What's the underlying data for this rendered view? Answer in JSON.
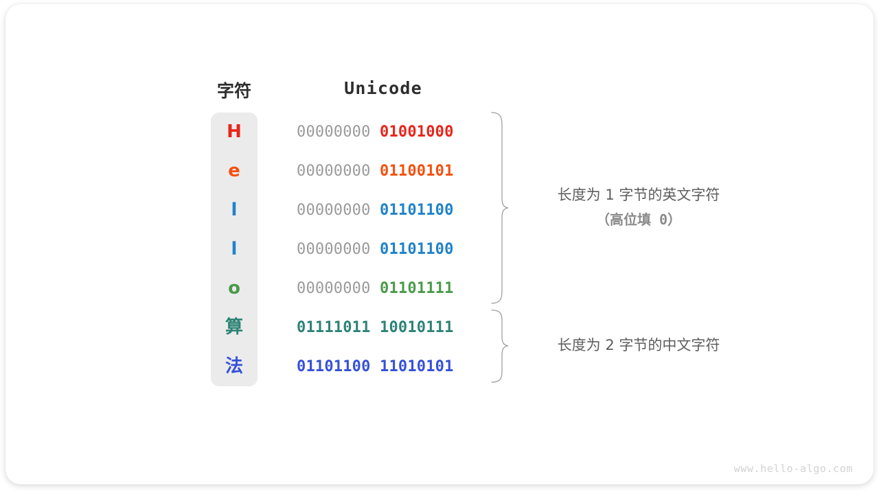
{
  "headers": {
    "character": "字符",
    "unicode": "Unicode"
  },
  "rows": [
    {
      "char": "H",
      "char_color": "#e8241b",
      "high_byte": "00000000",
      "low_byte": "01001000",
      "low_color": "#e8241b",
      "high_bold": false
    },
    {
      "char": "e",
      "char_color": "#f4500f",
      "high_byte": "00000000",
      "low_byte": "01100101",
      "low_color": "#f4500f",
      "high_bold": false
    },
    {
      "char": "l",
      "char_color": "#1f82c8",
      "high_byte": "00000000",
      "low_byte": "01101100",
      "low_color": "#1f82c8",
      "high_bold": false
    },
    {
      "char": "l",
      "char_color": "#1f82c8",
      "high_byte": "00000000",
      "low_byte": "01101100",
      "low_color": "#1f82c8",
      "high_bold": false
    },
    {
      "char": "o",
      "char_color": "#4a9a4a",
      "high_byte": "00000000",
      "low_byte": "01101111",
      "low_color": "#4a9a4a",
      "high_bold": false
    },
    {
      "char": "算",
      "char_color": "#2d8376",
      "high_byte": "01111011",
      "low_byte": "10010111",
      "low_color": "#2d8376",
      "high_color": "#2d8376",
      "high_bold": true
    },
    {
      "char": "法",
      "char_color": "#3550d8",
      "high_byte": "01101100",
      "low_byte": "11010101",
      "low_color": "#3550d8",
      "high_color": "#3550d8",
      "high_bold": true
    }
  ],
  "annotations": {
    "group1_line1": "长度为 1 字节的英文字符",
    "group1_line2": "（高位填 0）",
    "group2_line1": "长度为 2 字节的中文字符"
  },
  "watermark": "www.hello-algo.com",
  "colors": {
    "panel_bg": "#ebebeb",
    "header_text": "#2e2e2e",
    "padding_bits": "#9a9a9a",
    "annotation_text": "#5d5d5d",
    "brace_stroke": "#9e9e9e",
    "watermark_text": "#d2d2d2"
  }
}
